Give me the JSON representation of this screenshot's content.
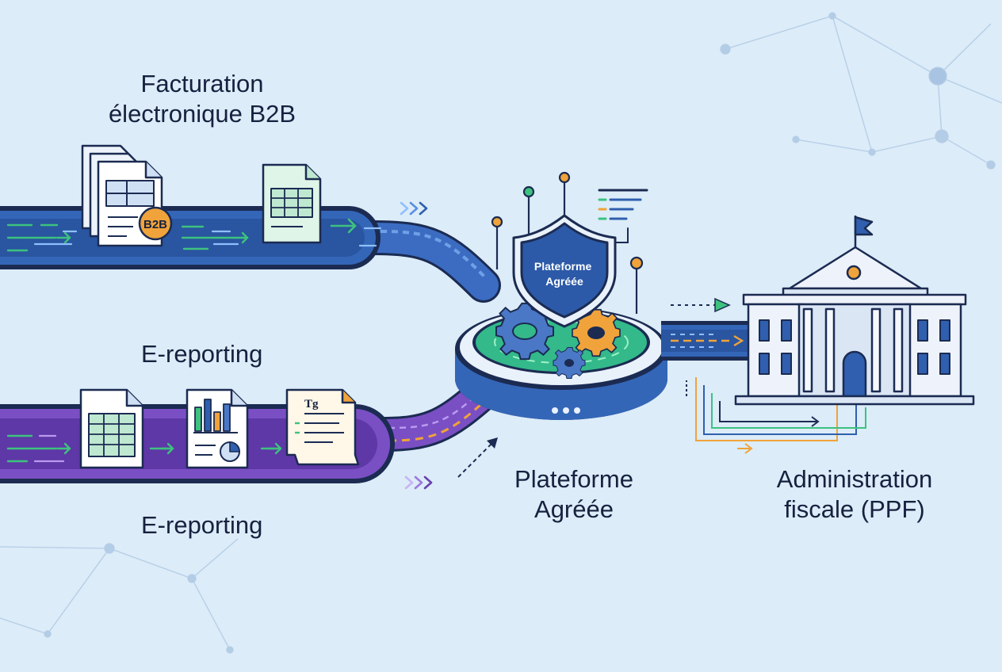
{
  "diagram": {
    "flows": [
      {
        "title_lines": [
          "Facturation",
          "électronique B2B"
        ],
        "badge": "B2B",
        "color": "#2f5fae"
      },
      {
        "title": "E-reporting",
        "caption": "E-reporting",
        "doc_tag": "Tg",
        "color": "#6a3fb0"
      }
    ],
    "hub": {
      "shield_lines": [
        "Plateforme",
        "Agréée"
      ],
      "caption_lines": [
        "Plateforme",
        "Agréée"
      ],
      "colors": {
        "shield": "#2c5aa8",
        "disc": "#33b98a",
        "gear_orange": "#f0a33a",
        "gear_blue": "#4a78c6"
      }
    },
    "destination": {
      "caption_lines": [
        "Administration",
        "fiscale (PPF)"
      ],
      "colors": {
        "building": "#eef3fb",
        "outline": "#1b2b52",
        "flag": "#2f5fae",
        "dot": "#f0a33a"
      }
    },
    "colors": {
      "background": "#dcecf8",
      "ink": "#16213f",
      "accent_green": "#3dc27f",
      "accent_orange": "#f0a33a"
    }
  }
}
